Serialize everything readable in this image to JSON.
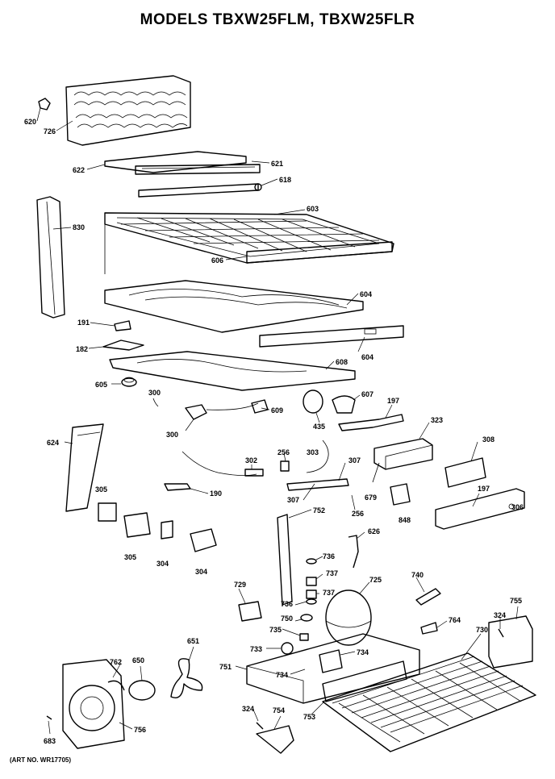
{
  "title": "MODELS TBXW25FLM, TBXW25FLR",
  "art_no": "(ART NO. WR17705)",
  "callouts": [
    {
      "id": "620",
      "text": "620"
    },
    {
      "id": "726",
      "text": "726"
    },
    {
      "id": "622",
      "text": "622"
    },
    {
      "id": "621",
      "text": "621"
    },
    {
      "id": "618",
      "text": "618"
    },
    {
      "id": "830",
      "text": "830"
    },
    {
      "id": "603",
      "text": "603"
    },
    {
      "id": "606",
      "text": "606"
    },
    {
      "id": "604a",
      "text": "604"
    },
    {
      "id": "191",
      "text": "191"
    },
    {
      "id": "182",
      "text": "182"
    },
    {
      "id": "604b",
      "text": "604"
    },
    {
      "id": "608",
      "text": "608"
    },
    {
      "id": "605",
      "text": "605"
    },
    {
      "id": "300a",
      "text": "300"
    },
    {
      "id": "609",
      "text": "609"
    },
    {
      "id": "607",
      "text": "607"
    },
    {
      "id": "197a",
      "text": "197"
    },
    {
      "id": "435",
      "text": "435"
    },
    {
      "id": "323",
      "text": "323"
    },
    {
      "id": "300b",
      "text": "300"
    },
    {
      "id": "624",
      "text": "624"
    },
    {
      "id": "308",
      "text": "308"
    },
    {
      "id": "256a",
      "text": "256"
    },
    {
      "id": "303",
      "text": "303"
    },
    {
      "id": "302",
      "text": "302"
    },
    {
      "id": "307a",
      "text": "307"
    },
    {
      "id": "679",
      "text": "679"
    },
    {
      "id": "197b",
      "text": "197"
    },
    {
      "id": "305a",
      "text": "305"
    },
    {
      "id": "190",
      "text": "190"
    },
    {
      "id": "307b",
      "text": "307"
    },
    {
      "id": "752",
      "text": "752"
    },
    {
      "id": "256b",
      "text": "256"
    },
    {
      "id": "848",
      "text": "848"
    },
    {
      "id": "306",
      "text": "306"
    },
    {
      "id": "626",
      "text": "626"
    },
    {
      "id": "305b",
      "text": "305"
    },
    {
      "id": "304a",
      "text": "304"
    },
    {
      "id": "304b",
      "text": "304"
    },
    {
      "id": "736a",
      "text": "736"
    },
    {
      "id": "737a",
      "text": "737"
    },
    {
      "id": "725",
      "text": "725"
    },
    {
      "id": "740",
      "text": "740"
    },
    {
      "id": "729",
      "text": "729"
    },
    {
      "id": "737b",
      "text": "737"
    },
    {
      "id": "736b",
      "text": "736"
    },
    {
      "id": "750",
      "text": "750"
    },
    {
      "id": "755",
      "text": "755"
    },
    {
      "id": "324a",
      "text": "324"
    },
    {
      "id": "764",
      "text": "764"
    },
    {
      "id": "730",
      "text": "730"
    },
    {
      "id": "651",
      "text": "651"
    },
    {
      "id": "735",
      "text": "735"
    },
    {
      "id": "733",
      "text": "733"
    },
    {
      "id": "734a",
      "text": "734"
    },
    {
      "id": "762",
      "text": "762"
    },
    {
      "id": "650",
      "text": "650"
    },
    {
      "id": "751",
      "text": "751"
    },
    {
      "id": "734b",
      "text": "734"
    },
    {
      "id": "324b",
      "text": "324"
    },
    {
      "id": "754",
      "text": "754"
    },
    {
      "id": "753",
      "text": "753"
    },
    {
      "id": "756",
      "text": "756"
    },
    {
      "id": "683",
      "text": "683"
    }
  ]
}
